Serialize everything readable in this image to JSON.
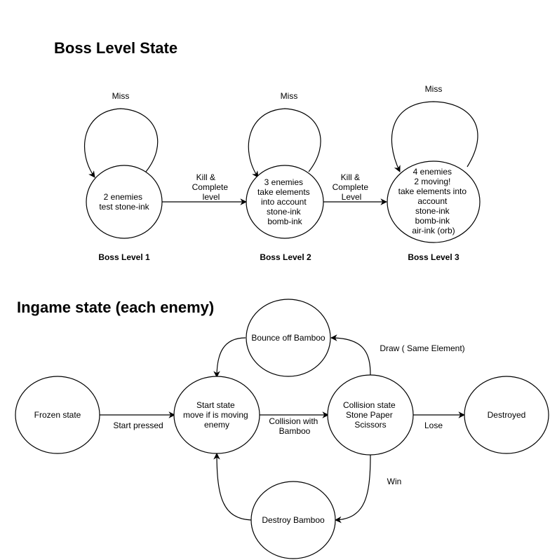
{
  "boss": {
    "title": "Boss Level State",
    "level1": {
      "lines": [
        "2 enemies",
        "test stone-ink"
      ],
      "label": "Boss Level 1",
      "loop_label": "Miss"
    },
    "level2": {
      "lines": [
        "3 enemies",
        "take elements",
        "into account",
        "stone-ink",
        "bomb-ink"
      ],
      "label": "Boss Level 2",
      "loop_label": "Miss"
    },
    "level3": {
      "lines": [
        "4 enemies",
        "2 moving!",
        "take elements into",
        "account",
        "stone-ink",
        "bomb-ink",
        "air-ink (orb)"
      ],
      "label": "Boss Level 3",
      "loop_label": "Miss"
    },
    "edge_1_2": [
      "Kill &",
      "Complete",
      "level"
    ],
    "edge_2_3": [
      "Kill &",
      "Complete",
      "Level"
    ]
  },
  "ingame": {
    "title": "Ingame state (each enemy)",
    "frozen": "Frozen state",
    "start": [
      "Start state",
      "move if is moving",
      "enemy"
    ],
    "bounce": "Bounce off Bamboo",
    "collision": [
      "Collision state",
      "Stone Paper",
      "Scissors"
    ],
    "destroyed": "Destroyed",
    "destroy_bamboo": "Destroy Bamboo",
    "edges": {
      "start_pressed": "Start pressed",
      "collision_with": [
        "Collision with",
        "Bamboo"
      ],
      "lose": "Lose",
      "draw": "Draw ( Same Element)",
      "win": "Win"
    }
  }
}
